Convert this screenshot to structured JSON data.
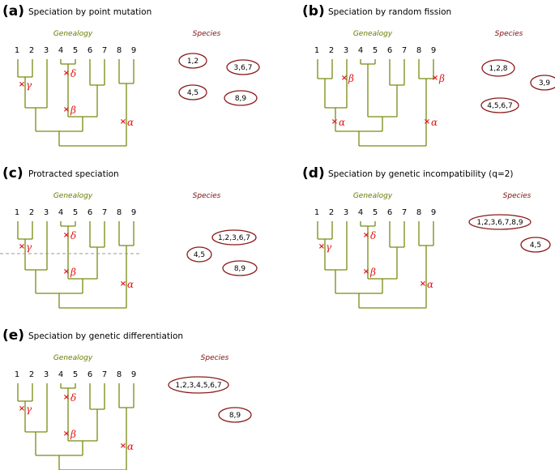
{
  "leaves": [
    "1",
    "2",
    "3",
    "4",
    "5",
    "6",
    "7",
    "8",
    "9"
  ],
  "header_genealogy": "Genealogy",
  "header_species": "Species",
  "mark_x": "×",
  "colors": {
    "branch": "#7a8a10",
    "mutation": "#e01818",
    "species_outline": "#8b1a1a",
    "genealogy_header": "#6b7a00",
    "species_header": "#7a1010"
  },
  "panels": {
    "a": {
      "letter": "(a)",
      "title": "Speciation by point mutation",
      "mutations": [
        {
          "sym": "γ"
        },
        {
          "sym": "δ"
        },
        {
          "sym": "β"
        },
        {
          "sym": "α"
        }
      ],
      "species": [
        "1,2",
        "3,6,7",
        "4,5",
        "8,9"
      ]
    },
    "b": {
      "letter": "(b)",
      "title": "Speciation by random fission",
      "mutations": [
        {
          "sym": "β"
        },
        {
          "sym": "β"
        },
        {
          "sym": "α"
        },
        {
          "sym": "α"
        }
      ],
      "species": [
        "1,2,8",
        "3,9",
        "4,5,6,7"
      ]
    },
    "c": {
      "letter": "(c)",
      "title": "Protracted speciation",
      "mutations": [
        {
          "sym": "γ"
        },
        {
          "sym": "δ"
        },
        {
          "sym": "β"
        },
        {
          "sym": "α"
        }
      ],
      "species": [
        "1,2,3,6,7",
        "4,5",
        "8,9"
      ]
    },
    "d": {
      "letter": "(d)",
      "title": "Speciation by genetic incompatibility (q=2)",
      "mutations": [
        {
          "sym": "γ"
        },
        {
          "sym": "δ"
        },
        {
          "sym": "β"
        },
        {
          "sym": "α"
        }
      ],
      "species": [
        "1,2,3,6,7,8,9",
        "4,5"
      ]
    },
    "e": {
      "letter": "(e)",
      "title": "Speciation by genetic differentiation",
      "mutations": [
        {
          "sym": "γ"
        },
        {
          "sym": "δ"
        },
        {
          "sym": "β"
        },
        {
          "sym": "α"
        }
      ],
      "species": [
        "1,2,3,4,5,6,7",
        "8,9"
      ]
    }
  }
}
